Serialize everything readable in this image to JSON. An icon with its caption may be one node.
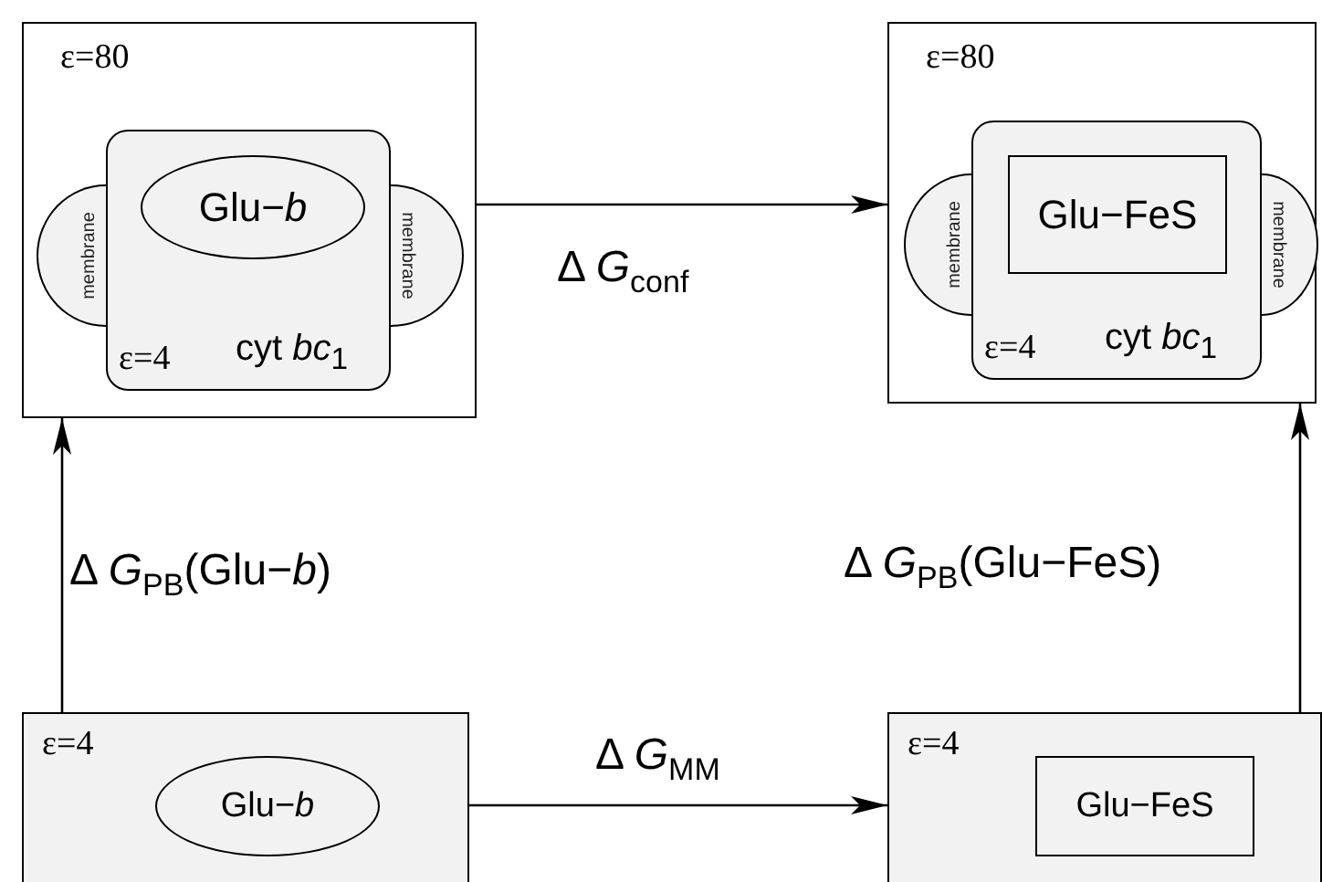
{
  "diagram": {
    "nodes": [
      {
        "text": [
          "ε=80"
        ]
      },
      {
        "text": [
          "ε=4",
          "cyt *bc*$_{1}$"
        ],
        "in": 0
      },
      {
        "text": [
          "membrane"
        ],
        "in": 0
      },
      {
        "text": [
          "membrane"
        ],
        "in": 0
      },
      {
        "text": [
          "Glu−*b*"
        ],
        "in": 1
      },
      {
        "text": [
          "ε=80"
        ]
      },
      {
        "text": [
          "ε=4",
          "cyt *bc*$_{1}$"
        ],
        "in": 5
      },
      {
        "text": [
          "membrane"
        ],
        "in": 5
      },
      {
        "text": [
          "membrane"
        ],
        "in": 5
      },
      {
        "text": [
          "Glu−FeS"
        ],
        "in": 6
      },
      {
        "text": [
          "ε=4"
        ]
      },
      {
        "text": [
          "Glu−*b*"
        ],
        "in": 10
      },
      {
        "text": [
          "ε=4"
        ]
      },
      {
        "text": [
          "Glu−FeS"
        ],
        "in": 12
      }
    ],
    "edges": [
      {
        "from": 0,
        "to": 5,
        "arrow": "to",
        "label": "Δ *G*$_{conf}$"
      },
      {
        "from": 10,
        "to": 0,
        "arrow": "to",
        "label": "Δ *G*$_{PB}$(Glu−*b*)"
      },
      {
        "from": 12,
        "to": 5,
        "arrow": "to",
        "label": "Δ *G*$_{PB}$(Glu−FeS)"
      },
      {
        "from": 10,
        "to": 12,
        "arrow": "to",
        "label": "Δ *G*$_{MM}$"
      }
    ]
  }
}
